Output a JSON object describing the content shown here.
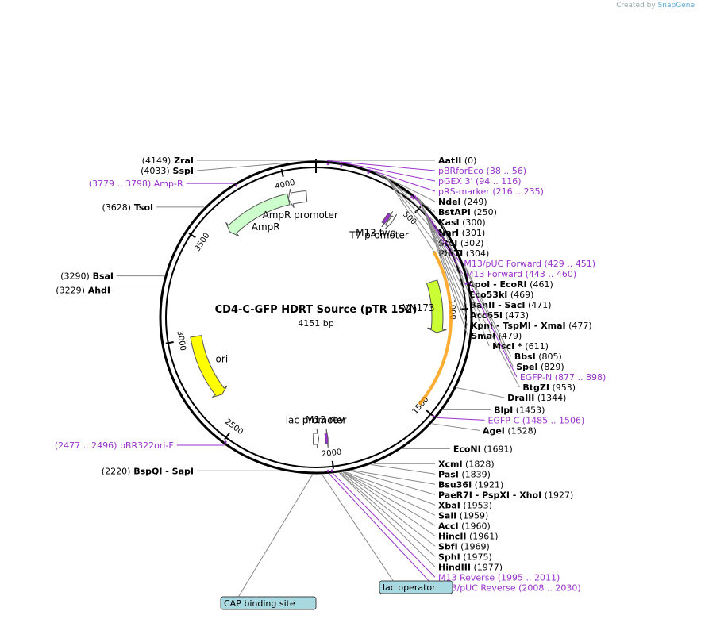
{
  "credit": {
    "prefix": "Created by",
    "brand": "SnapGene"
  },
  "plasmid": {
    "name": "CD4-C-GFP HDRT Source (pTR 152)",
    "length_label": "4151 bp",
    "length": 4151
  },
  "ticks": [
    {
      "label": "500",
      "pos": 500
    },
    {
      "label": "1000",
      "pos": 1000
    },
    {
      "label": "1500",
      "pos": 1500
    },
    {
      "label": "2000",
      "pos": 2000
    },
    {
      "label": "2500",
      "pos": 2500
    },
    {
      "label": "3000",
      "pos": 3000
    },
    {
      "label": "3500",
      "pos": 3500
    },
    {
      "label": "4000",
      "pos": 4000
    }
  ],
  "site_labels": [
    {
      "kind": "enzyme",
      "pos": 4149,
      "parts": [
        {
          "t": "(4149)",
          "b": false
        },
        {
          "t": "ZraI",
          "b": true
        }
      ]
    },
    {
      "kind": "enzyme",
      "pos": 0,
      "parts": [
        {
          "t": "AatII",
          "b": true
        },
        {
          "t": "(0)",
          "b": false
        }
      ]
    },
    {
      "kind": "enzyme",
      "pos": 4033,
      "parts": [
        {
          "t": "(4033)",
          "b": false
        },
        {
          "t": "SspI",
          "b": true
        }
      ]
    },
    {
      "kind": "primer",
      "pos": 47,
      "parts": [
        {
          "t": "pBRforEco",
          "b": false
        },
        {
          "t": "(38 .. 56)",
          "b": false
        }
      ]
    },
    {
      "kind": "primer",
      "pos": 105,
      "parts": [
        {
          "t": "pGEX 3'",
          "b": false
        },
        {
          "t": "(94 .. 116)",
          "b": false
        }
      ]
    },
    {
      "kind": "primer",
      "pos": 225,
      "parts": [
        {
          "t": "pRS-marker",
          "b": false
        },
        {
          "t": "(216 .. 235)",
          "b": false
        }
      ]
    },
    {
      "kind": "primer",
      "pos": 3788,
      "parts": [
        {
          "t": "(3779 .. 3798)",
          "b": false
        },
        {
          "t": "Amp-R",
          "b": false
        }
      ]
    },
    {
      "kind": "enzyme",
      "pos": 249,
      "parts": [
        {
          "t": "NdeI",
          "b": true
        },
        {
          "t": "(249)",
          "b": false
        }
      ]
    },
    {
      "kind": "enzyme",
      "pos": 250,
      "parts": [
        {
          "t": "BstAPI",
          "b": true
        },
        {
          "t": "(250)",
          "b": false
        }
      ]
    },
    {
      "kind": "enzyme",
      "pos": 300,
      "parts": [
        {
          "t": "KasI",
          "b": true
        },
        {
          "t": "(300)",
          "b": false
        }
      ]
    },
    {
      "kind": "enzyme",
      "pos": 301,
      "parts": [
        {
          "t": "NarI",
          "b": true
        },
        {
          "t": "(301)",
          "b": false
        }
      ]
    },
    {
      "kind": "enzyme",
      "pos": 302,
      "parts": [
        {
          "t": "SfoI",
          "b": true
        },
        {
          "t": "(302)",
          "b": false
        }
      ]
    },
    {
      "kind": "enzyme",
      "pos": 304,
      "parts": [
        {
          "t": "PluTI",
          "b": true
        },
        {
          "t": "(304)",
          "b": false
        }
      ]
    },
    {
      "kind": "enzyme",
      "pos": 3628,
      "parts": [
        {
          "t": "(3628)",
          "b": false
        },
        {
          "t": "TsoI",
          "b": true
        }
      ]
    },
    {
      "kind": "primer",
      "pos": 440,
      "parts": [
        {
          "t": "M13/pUC Forward",
          "b": false
        },
        {
          "t": "(429 .. 451)",
          "b": false
        }
      ]
    },
    {
      "kind": "primer",
      "pos": 451,
      "parts": [
        {
          "t": "M13 Forward",
          "b": false
        },
        {
          "t": "(443 .. 460)",
          "b": false
        }
      ]
    },
    {
      "kind": "enzyme",
      "pos": 461,
      "parts": [
        {
          "t": "ApoI",
          "b": true
        },
        {
          "t": "- EcoRI",
          "b": true
        },
        {
          "t": "(461)",
          "b": false
        }
      ]
    },
    {
      "kind": "enzyme",
      "pos": 469,
      "parts": [
        {
          "t": "Eco53kI",
          "b": true
        },
        {
          "t": "(469)",
          "b": false
        }
      ]
    },
    {
      "kind": "enzyme",
      "pos": 471,
      "parts": [
        {
          "t": "BanII",
          "b": true
        },
        {
          "t": "- SacI",
          "b": true
        },
        {
          "t": "(471)",
          "b": false
        }
      ]
    },
    {
      "kind": "enzyme",
      "pos": 473,
      "parts": [
        {
          "t": "Acc65I",
          "b": true
        },
        {
          "t": "(473)",
          "b": false
        }
      ]
    },
    {
      "kind": "enzyme",
      "pos": 477,
      "parts": [
        {
          "t": "KpnI",
          "b": true
        },
        {
          "t": "- TspMI",
          "b": true
        },
        {
          "t": "- XmaI",
          "b": true
        },
        {
          "t": "(477)",
          "b": false
        }
      ]
    },
    {
      "kind": "enzyme",
      "pos": 479,
      "parts": [
        {
          "t": "SmaI",
          "b": true
        },
        {
          "t": "(479)",
          "b": false
        }
      ]
    },
    {
      "kind": "enzyme",
      "pos": 611,
      "parts": [
        {
          "t": "MscI *",
          "b": true
        },
        {
          "t": "(611)",
          "b": false
        }
      ]
    },
    {
      "kind": "enzyme",
      "pos": 3290,
      "parts": [
        {
          "t": "(3290)",
          "b": false
        },
        {
          "t": "BsaI",
          "b": true
        }
      ]
    },
    {
      "kind": "enzyme",
      "pos": 805,
      "parts": [
        {
          "t": "BbsI",
          "b": true
        },
        {
          "t": "(805)",
          "b": false
        }
      ]
    },
    {
      "kind": "enzyme",
      "pos": 3229,
      "parts": [
        {
          "t": "(3229)",
          "b": false
        },
        {
          "t": "AhdI",
          "b": true
        }
      ]
    },
    {
      "kind": "enzyme",
      "pos": 829,
      "parts": [
        {
          "t": "SpeI",
          "b": true
        },
        {
          "t": "(829)",
          "b": false
        }
      ]
    },
    {
      "kind": "primer",
      "pos": 887,
      "parts": [
        {
          "t": "EGFP-N",
          "b": false
        },
        {
          "t": "(877 .. 898)",
          "b": false
        }
      ]
    },
    {
      "kind": "enzyme",
      "pos": 953,
      "parts": [
        {
          "t": "BtgZI",
          "b": true
        },
        {
          "t": "(953)",
          "b": false
        }
      ]
    },
    {
      "kind": "enzyme",
      "pos": 1344,
      "parts": [
        {
          "t": "DraIII",
          "b": true
        },
        {
          "t": "(1344)",
          "b": false
        }
      ]
    },
    {
      "kind": "enzyme",
      "pos": 1453,
      "parts": [
        {
          "t": "BlpI",
          "b": true
        },
        {
          "t": "(1453)",
          "b": false
        }
      ]
    },
    {
      "kind": "primer",
      "pos": 1495,
      "parts": [
        {
          "t": "EGFP-C",
          "b": false
        },
        {
          "t": "(1485 .. 1506)",
          "b": false
        }
      ]
    },
    {
      "kind": "enzyme",
      "pos": 1528,
      "parts": [
        {
          "t": "AgeI",
          "b": true
        },
        {
          "t": "(1528)",
          "b": false
        }
      ]
    },
    {
      "kind": "enzyme",
      "pos": 1691,
      "parts": [
        {
          "t": "EcoNI",
          "b": true
        },
        {
          "t": "(1691)",
          "b": false
        }
      ]
    },
    {
      "kind": "enzyme",
      "pos": 1828,
      "parts": [
        {
          "t": "XcmI",
          "b": true
        },
        {
          "t": "(1828)",
          "b": false
        }
      ]
    },
    {
      "kind": "enzyme",
      "pos": 1839,
      "parts": [
        {
          "t": "PasI",
          "b": true
        },
        {
          "t": "(1839)",
          "b": false
        }
      ]
    },
    {
      "kind": "enzyme",
      "pos": 1921,
      "parts": [
        {
          "t": "Bsu36I",
          "b": true
        },
        {
          "t": "(1921)",
          "b": false
        }
      ]
    },
    {
      "kind": "enzyme",
      "pos": 1927,
      "parts": [
        {
          "t": "PaeR7I",
          "b": true
        },
        {
          "t": "- PspXI",
          "b": true
        },
        {
          "t": "- XhoI",
          "b": true
        },
        {
          "t": "(1927)",
          "b": false
        }
      ]
    },
    {
      "kind": "enzyme",
      "pos": 1953,
      "parts": [
        {
          "t": "XbaI",
          "b": true
        },
        {
          "t": "(1953)",
          "b": false
        }
      ]
    },
    {
      "kind": "enzyme",
      "pos": 1959,
      "parts": [
        {
          "t": "SalI",
          "b": true
        },
        {
          "t": "(1959)",
          "b": false
        }
      ]
    },
    {
      "kind": "enzyme",
      "pos": 1960,
      "parts": [
        {
          "t": "AccI",
          "b": true
        },
        {
          "t": "(1960)",
          "b": false
        }
      ]
    },
    {
      "kind": "enzyme",
      "pos": 1961,
      "parts": [
        {
          "t": "HincII",
          "b": true
        },
        {
          "t": "(1961)",
          "b": false
        }
      ]
    },
    {
      "kind": "enzyme",
      "pos": 1969,
      "parts": [
        {
          "t": "SbfI",
          "b": true
        },
        {
          "t": "(1969)",
          "b": false
        }
      ]
    },
    {
      "kind": "enzyme",
      "pos": 1975,
      "parts": [
        {
          "t": "SphI",
          "b": true
        },
        {
          "t": "(1975)",
          "b": false
        }
      ]
    },
    {
      "kind": "enzyme",
      "pos": 1977,
      "parts": [
        {
          "t": "HindIII",
          "b": true
        },
        {
          "t": "(1977)",
          "b": false
        }
      ]
    },
    {
      "kind": "primer",
      "pos": 2003,
      "parts": [
        {
          "t": "M13 Reverse",
          "b": false
        },
        {
          "t": "(1995 .. 2011)",
          "b": false
        }
      ]
    },
    {
      "kind": "primer",
      "pos": 2486,
      "parts": [
        {
          "t": "(2477 .. 2496)",
          "b": false
        },
        {
          "t": "pBR322ori-F",
          "b": false
        }
      ]
    },
    {
      "kind": "enzyme",
      "pos": 2220,
      "parts": [
        {
          "t": "(2220)",
          "b": false
        },
        {
          "t": "BspQI",
          "b": true
        },
        {
          "t": "- SapI",
          "b": true
        }
      ]
    },
    {
      "kind": "primer",
      "pos": 2019,
      "parts": [
        {
          "t": "M13/pUC Reverse",
          "b": false
        },
        {
          "t": "(2008 .. 2030)",
          "b": false
        }
      ]
    }
  ],
  "boxed_features": [
    {
      "label": "lac operator",
      "pos": 2050
    },
    {
      "label": "CAP binding site",
      "pos": 2090
    }
  ],
  "features": [
    {
      "label": "AmpR",
      "start": 3630,
      "end": 4000,
      "direction": "reverse",
      "color": "#ccffcc"
    },
    {
      "label": "AmpR promoter",
      "start": 4000,
      "end": 4100,
      "direction": "reverse",
      "color": "#ffffff"
    },
    {
      "label": "ori",
      "start": 2660,
      "end": 3010,
      "direction": "reverse",
      "color": "#ffff00"
    },
    {
      "label": "VN173",
      "start": 840,
      "end": 1120,
      "direction": "forward",
      "color": "#ccff33"
    },
    {
      "label": "T7 promoter",
      "start": 425,
      "end": 445,
      "direction": "forward",
      "color": "#ffffff"
    },
    {
      "label": "M13 fwd",
      "start": 400,
      "end": 420,
      "direction": "forward",
      "color": "#9933cc"
    },
    {
      "label": "lac promoter",
      "start": 2060,
      "end": 2090,
      "direction": "reverse",
      "color": "#ffffff"
    },
    {
      "label": "M13 rev",
      "start": 2010,
      "end": 2025,
      "direction": "reverse",
      "color": "#9933cc"
    }
  ],
  "colors": {
    "backbone": "#000000",
    "primer": "#9933cc",
    "enzyme_line": "#888888",
    "insert_highlight": "#ff9900",
    "box_fill": "#a8d8e0"
  }
}
